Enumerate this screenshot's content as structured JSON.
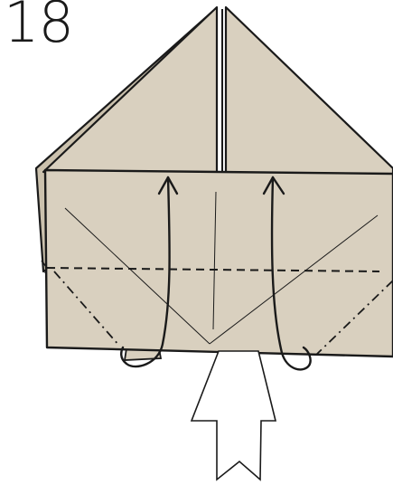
{
  "step": {
    "number": "18"
  },
  "colors": {
    "paper": "#d9d0bf",
    "paper_shadow": "#cbc1ad",
    "outline": "#1a1a1a",
    "background": "#ffffff"
  },
  "icons": {
    "mountain_fold_line": "dash-line",
    "valley_fold_line": "dash-dot-line",
    "push_arrow": "hollow-push-arrow",
    "fold_up_arrows": "curved-up-arrow"
  }
}
